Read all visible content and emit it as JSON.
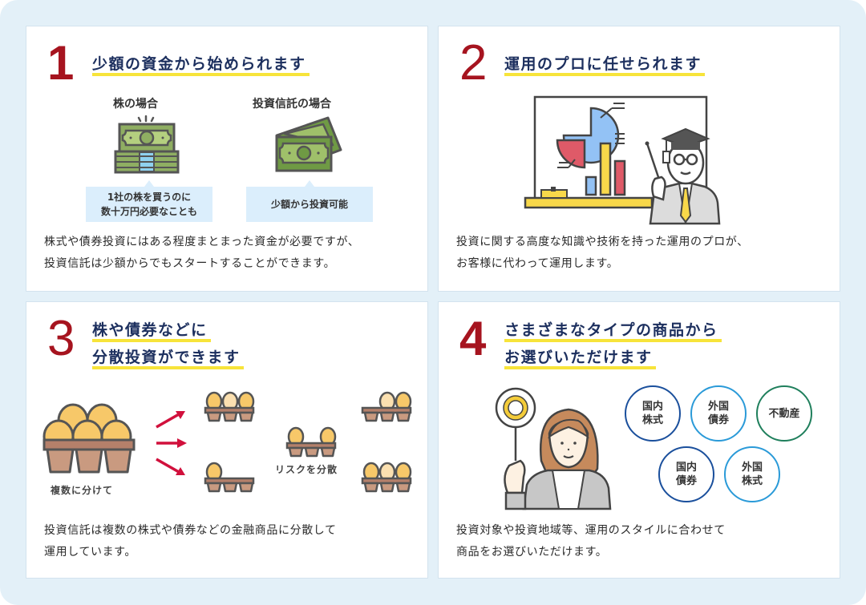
{
  "colors": {
    "number_red": "#a6141f",
    "title_navy": "#1c2f5e",
    "underline_yellow": "#f7e43a",
    "background": "#e3f0f8",
    "bubble_blue": "#dbeefc"
  },
  "cards": [
    {
      "number": "1",
      "title_lines": [
        "少額の資金から始められます"
      ],
      "comparison": {
        "left": {
          "label": "株の場合",
          "icon": "money-stack-icon",
          "note": "1社の株を買うのに\n数十万円必要なことも"
        },
        "right": {
          "label": "投資信託の場合",
          "icon": "banknotes-icon",
          "note": "少額から投資可能"
        }
      },
      "description": [
        "株式や債券投資にはある程度まとまった資金が必要ですが、",
        "投資信託は少額からでもスタートすることができます。"
      ]
    },
    {
      "number": "2",
      "title_lines": [
        "運用のプロに任せられます"
      ],
      "illustration": "professor-whiteboard-chart-icon",
      "description": [
        "投資に関する高度な知識や技術を持った運用のプロが、",
        "お客様に代わって運用します。"
      ]
    },
    {
      "number": "3",
      "title_lines": [
        "株や債券などに",
        "分散投資ができます"
      ],
      "illustration": "egg-cartons-diversification-icon",
      "labels": {
        "split": "複数に分けて",
        "risk": "リスクを分散"
      },
      "description": [
        "投資信託は複数の株式や債券などの金融商品に分散して",
        "運用しています。"
      ]
    },
    {
      "number": "4",
      "title_lines": [
        "さまざまなタイプの商品から",
        "お選びいただけます"
      ],
      "illustration": "woman-holding-circle-sign-icon",
      "categories": [
        {
          "label": "国内\n株式",
          "color": "#1a4f9c"
        },
        {
          "label": "外国\n債券",
          "color": "#2a9ad8"
        },
        {
          "label": "不動産",
          "color": "#1f7f5c"
        },
        {
          "label": "国内\n債券",
          "color": "#1a4f9c"
        },
        {
          "label": "外国\n株式",
          "color": "#2a9ad8"
        }
      ],
      "description": [
        "投資対象や投資地域等、運用のスタイルに合わせて",
        "商品をお選びいただけます。"
      ]
    }
  ]
}
